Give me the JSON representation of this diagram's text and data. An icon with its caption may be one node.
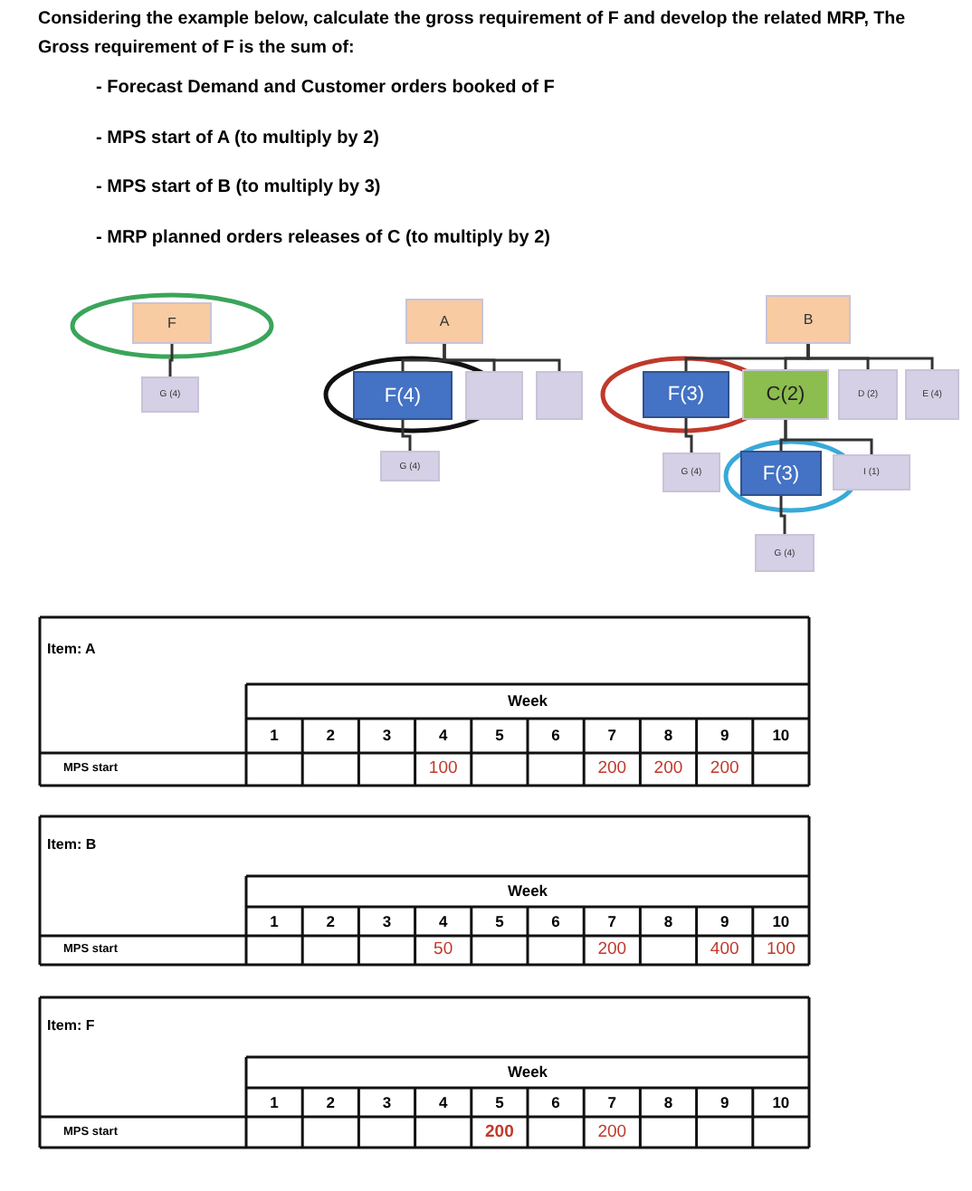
{
  "diagram": {
    "nodes": [
      {
        "text": [
          "F"
        ]
      },
      {
        "text": [
          "G (4)"
        ]
      },
      {
        "text": [
          "A"
        ]
      },
      {
        "text": [
          "F(4)"
        ]
      },
      {
        "text": [],
        "shape": "box"
      },
      {
        "text": [],
        "shape": "box"
      },
      {
        "text": [
          "G (4)"
        ]
      },
      {
        "text": [
          "B"
        ]
      },
      {
        "text": [
          "F(3)"
        ]
      },
      {
        "text": [
          "C(2)"
        ]
      },
      {
        "text": [
          "D (2)"
        ]
      },
      {
        "text": [
          "E (4)"
        ]
      },
      {
        "text": [
          "G (4)"
        ]
      },
      {
        "text": [
          "F(3)"
        ]
      },
      {
        "text": [
          "I (1)"
        ]
      },
      {
        "text": [
          "G (4)"
        ]
      }
    ],
    "edges": [
      {
        "from": 0,
        "to": 1,
        "arrow": "none"
      },
      {
        "from": 2,
        "to": 3,
        "arrow": "none"
      },
      {
        "from": 2,
        "to": 4,
        "arrow": "none"
      },
      {
        "from": 2,
        "to": 5,
        "arrow": "none"
      },
      {
        "from": 3,
        "to": 6,
        "arrow": "none"
      },
      {
        "from": 7,
        "to": 8,
        "arrow": "none"
      },
      {
        "from": 7,
        "to": 9,
        "arrow": "none"
      },
      {
        "from": 7,
        "to": 10,
        "arrow": "none"
      },
      {
        "from": 7,
        "to": 11,
        "arrow": "none"
      },
      {
        "from": 8,
        "to": 12,
        "arrow": "none"
      },
      {
        "from": 9,
        "to": 13,
        "arrow": "none"
      },
      {
        "from": 9,
        "to": 14,
        "arrow": "none"
      },
      {
        "from": 13,
        "to": 15,
        "arrow": "none"
      }
    ],
    "labels": [
      "Considering the example below, calculate the gross requirement of F and develop the related MRP, The Gross requirement of F is the sum of:",
      "- Forecast Demand and Customer orders booked of F",
      "- MPS start of A (to multiply by 2)",
      "- MPS start of B (to multiply by 3)",
      "- MRP planned orders releases of C (to multiply by 2)",
      "Item: A",
      "Week",
      "1",
      "2",
      "3",
      "4",
      "5",
      "6",
      "7",
      "8",
      "9",
      "10",
      "MPS start",
      "100",
      "200",
      "200",
      "200",
      "Item: B",
      "Week",
      "1",
      "2",
      "3",
      "4",
      "5",
      "6",
      "7",
      "8",
      "9",
      "10",
      "MPS start",
      "50",
      "200",
      "400",
      "100",
      "Item: F",
      "Week",
      "1",
      "2",
      "3",
      "4",
      "5",
      "6",
      "7",
      "8",
      "9",
      "10",
      "MPS start",
      "200",
      "200"
    ]
  }
}
